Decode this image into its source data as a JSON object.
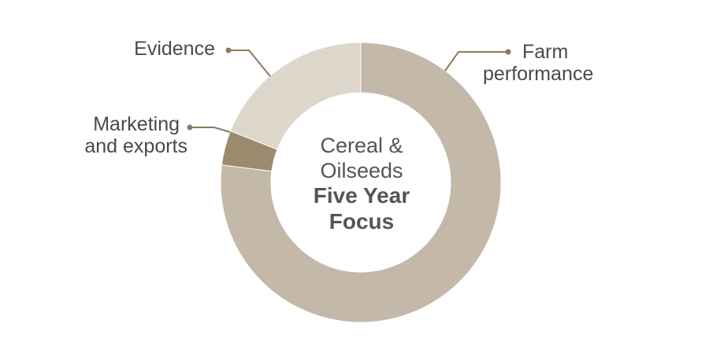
{
  "chart_data": {
    "type": "pie",
    "donut": true,
    "title_lines": [
      "Cereal &",
      "Oilseeds"
    ],
    "title_bold_lines": [
      "Five Year",
      "Focus"
    ],
    "categories": [
      "Farm performance",
      "Marketing and exports",
      "Evidence"
    ],
    "values": [
      77,
      4,
      19
    ],
    "label_lines": [
      [
        "Farm",
        "performance"
      ],
      [
        "Marketing",
        "and exports"
      ],
      [
        "Evidence"
      ]
    ],
    "colors": [
      "#c4b8a8",
      "#9b8a6c",
      "#ddd6cb"
    ],
    "legend": "none"
  }
}
